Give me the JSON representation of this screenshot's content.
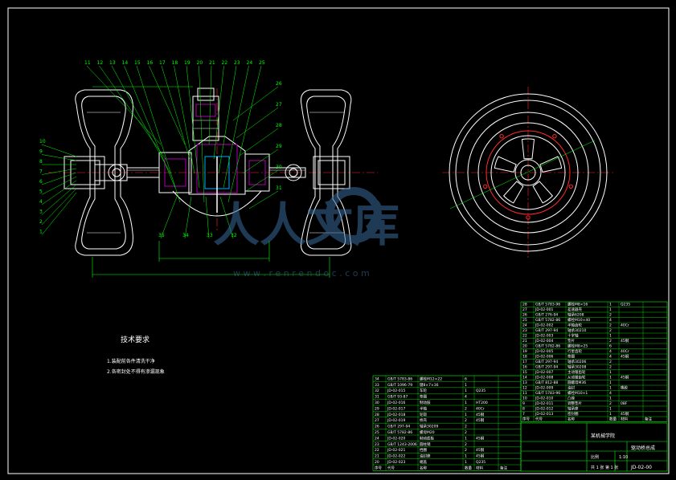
{
  "colors": {
    "background": "#000000",
    "outline": "#ffffff",
    "leader": "#00ff00",
    "accent": "#ff2a2a",
    "hatch": "#b000b0",
    "watermark": "#3a6a9a"
  },
  "callouts_top": [
    "11",
    "12",
    "13",
    "14",
    "15",
    "16",
    "17",
    "18",
    "19",
    "20",
    "21",
    "22",
    "23",
    "24",
    "25"
  ],
  "callouts_right": [
    "26",
    "27",
    "28",
    "29",
    "30",
    "31"
  ],
  "callouts_left": [
    "10",
    "9",
    "8",
    "7",
    "6",
    "5",
    "4",
    "3",
    "2",
    "1"
  ],
  "callouts_bottom": [
    "35",
    "34",
    "33",
    "32"
  ],
  "technical_requirements": {
    "title": "技术要求",
    "items": [
      "1.装配前各件清洗干净",
      "2.各密封处不得有渗漏现象"
    ]
  },
  "watermark": {
    "text": "人人文库",
    "url": "w w w . r e n r e n d o c . c o m"
  },
  "bom_right": [
    [
      "28",
      "GB/T 5783-96",
      "螺栓M8×16",
      "1",
      "Q235"
    ],
    [
      "27",
      "JD-02-001",
      "差速器壳",
      "1",
      ""
    ],
    [
      "26",
      "GB/T 276-94",
      "轴承6208",
      "2",
      ""
    ],
    [
      "25",
      "GB/T 5782-86",
      "螺栓M10×40",
      "4",
      ""
    ],
    [
      "24",
      "JD-02-002",
      "半轴齿轮",
      "2",
      "40Cr"
    ],
    [
      "23",
      "GB/T 297-94",
      "轴承30210",
      "2",
      ""
    ],
    [
      "22",
      "JD-02-003",
      "十字轴",
      "1",
      ""
    ],
    [
      "21",
      "JD-02-004",
      "垫片",
      "2",
      "45钢"
    ],
    [
      "20",
      "GB/T 5782-86",
      "螺栓M8×25",
      "6",
      ""
    ],
    [
      "19",
      "JD-02-005",
      "行星齿轮",
      "4",
      "40Cr"
    ],
    [
      "18",
      "JD-02-006",
      "垫圈",
      "4",
      "45钢"
    ],
    [
      "17",
      "GB/T 297-94",
      "轴承30206",
      "2",
      ""
    ],
    [
      "16",
      "GB/T 297-94",
      "轴承30208",
      "2",
      ""
    ],
    [
      "15",
      "JD-02-007",
      "主动锥齿轮",
      "1",
      ""
    ],
    [
      "14",
      "JD-02-008",
      "从动锥齿轮",
      "1",
      "45钢"
    ],
    [
      "13",
      "GB/T 812-88",
      "圆螺母M36",
      "1",
      ""
    ],
    [
      "12",
      "JD-02-009",
      "油封",
      "1",
      "橡胶"
    ],
    [
      "11",
      "GB/T 5783-96",
      "螺栓M10×1",
      "4",
      ""
    ],
    [
      "10",
      "JD-02-010",
      "凸缘",
      "1",
      ""
    ],
    [
      "9",
      "JD-02-011",
      "调整垫片",
      "2",
      "08F"
    ],
    [
      "8",
      "JD-02-012",
      "轴承座",
      "1",
      ""
    ],
    [
      "7",
      "JD-02-013",
      "密封圈",
      "1",
      "45钢"
    ]
  ],
  "bom_right_header": [
    "序号",
    "代号",
    "名称",
    "数量",
    "材料",
    "备注"
  ],
  "bom_left": [
    [
      "34",
      "GB/T 5783-86",
      "螺栓M12×22",
      "6",
      ""
    ],
    [
      "33",
      "GB/T 1096-79",
      "键8×7×36",
      "1",
      ""
    ],
    [
      "32",
      "JD-02-015",
      "车轮",
      "1",
      "Q235"
    ],
    [
      "31",
      "GB/T 93-87",
      "垫圈",
      "4",
      ""
    ],
    [
      "30",
      "JD-02-016",
      "制动鼓",
      "1",
      "HT200"
    ],
    [
      "29",
      "JD-02-017",
      "半轴",
      "2",
      "40Cr"
    ],
    [
      "28",
      "JD-02-018",
      "轮毂",
      "1",
      "45钢"
    ],
    [
      "27",
      "JD-02-019",
      "桥壳",
      "2",
      "45钢"
    ],
    [
      "26",
      "GB/T 297-94",
      "轴承30209",
      "2",
      ""
    ],
    [
      "25",
      "GB/T 5782-86",
      "螺母M20",
      "2",
      ""
    ],
    [
      "24",
      "JD-02-020",
      "制动底板",
      "1",
      "45钢"
    ],
    [
      "23",
      "GB/T 1243-2006",
      "圆柱销",
      "2",
      ""
    ],
    [
      "22",
      "JD-02-021",
      "挡圈",
      "2",
      "45钢"
    ],
    [
      "21",
      "JD-02-022",
      "油封座",
      "1",
      "45钢"
    ],
    [
      "20",
      "JD-02-023",
      "端盖",
      "1",
      "Q235"
    ]
  ],
  "bom_left_header": [
    "序号",
    "代号",
    "名称",
    "数量",
    "材料",
    "备注"
  ],
  "title_block": {
    "assembly_name": "驱动桥总成",
    "drawing_no": "JD-02-00",
    "ratio_label": "比例",
    "sheet_label": "共 1 张 第 1 张",
    "ratio_value": "1:10",
    "school": "某机械学院"
  }
}
